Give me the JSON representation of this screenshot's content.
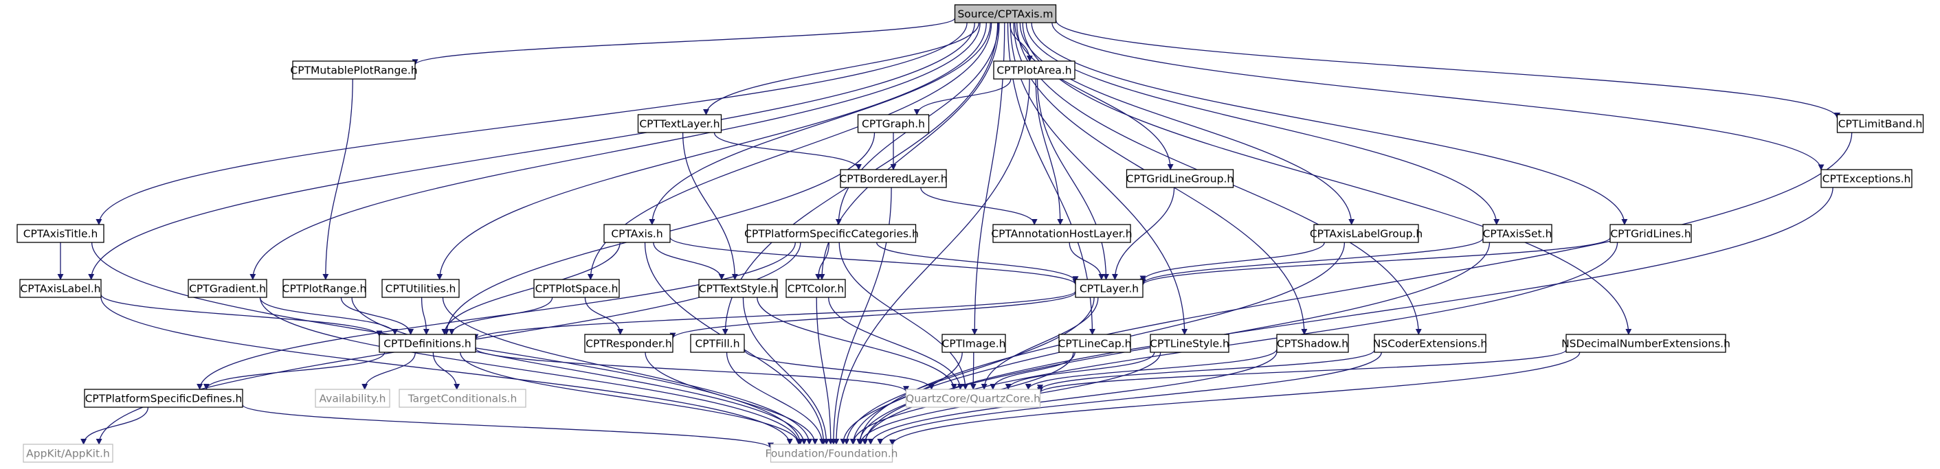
{
  "graph": {
    "title": "Source/CPTAxis.m",
    "colors": {
      "edge": "#191970",
      "node_border": "#000000",
      "root_fill": "#bfbfbf",
      "external_border": "#bfbfbf",
      "external_text": "#808080"
    },
    "nodes": [
      {
        "id": "root",
        "label": "Source/CPTAxis.m",
        "kind": "root"
      },
      {
        "id": "mutable",
        "label": "CPTMutablePlotRange.h",
        "kind": "file"
      },
      {
        "id": "plotarea",
        "label": "CPTPlotArea.h",
        "kind": "file"
      },
      {
        "id": "limitband",
        "label": "CPTLimitBand.h",
        "kind": "file"
      },
      {
        "id": "textlayer",
        "label": "CPTTextLayer.h",
        "kind": "file"
      },
      {
        "id": "graphh",
        "label": "CPTGraph.h",
        "kind": "file"
      },
      {
        "id": "bordered",
        "label": "CPTBorderedLayer.h",
        "kind": "file"
      },
      {
        "id": "gridlinegroup",
        "label": "CPTGridLineGroup.h",
        "kind": "file"
      },
      {
        "id": "exceptions",
        "label": "CPTExceptions.h",
        "kind": "file"
      },
      {
        "id": "axistitle",
        "label": "CPTAxisTitle.h",
        "kind": "file"
      },
      {
        "id": "axis",
        "label": "CPTAxis.h",
        "kind": "file"
      },
      {
        "id": "platformcat",
        "label": "CPTPlatformSpecificCategories.h",
        "kind": "file"
      },
      {
        "id": "annotationhost",
        "label": "CPTAnnotationHostLayer.h",
        "kind": "file"
      },
      {
        "id": "axislabelgroup",
        "label": "CPTAxisLabelGroup.h",
        "kind": "file"
      },
      {
        "id": "axisset",
        "label": "CPTAxisSet.h",
        "kind": "file"
      },
      {
        "id": "gridlines",
        "label": "CPTGridLines.h",
        "kind": "file"
      },
      {
        "id": "axislabel",
        "label": "CPTAxisLabel.h",
        "kind": "file"
      },
      {
        "id": "gradient",
        "label": "CPTGradient.h",
        "kind": "file"
      },
      {
        "id": "plotrange",
        "label": "CPTPlotRange.h",
        "kind": "file"
      },
      {
        "id": "utilities",
        "label": "CPTUtilities.h",
        "kind": "file"
      },
      {
        "id": "plotspace",
        "label": "CPTPlotSpace.h",
        "kind": "file"
      },
      {
        "id": "textstyle",
        "label": "CPTTextStyle.h",
        "kind": "file"
      },
      {
        "id": "color",
        "label": "CPTColor.h",
        "kind": "file"
      },
      {
        "id": "layer",
        "label": "CPTLayer.h",
        "kind": "file"
      },
      {
        "id": "definitions",
        "label": "CPTDefinitions.h",
        "kind": "file"
      },
      {
        "id": "responder",
        "label": "CPTResponder.h",
        "kind": "file"
      },
      {
        "id": "fill",
        "label": "CPTFill.h",
        "kind": "file"
      },
      {
        "id": "image",
        "label": "CPTImage.h",
        "kind": "file"
      },
      {
        "id": "linecap",
        "label": "CPTLineCap.h",
        "kind": "file"
      },
      {
        "id": "linestyle",
        "label": "CPTLineStyle.h",
        "kind": "file"
      },
      {
        "id": "shadow",
        "label": "CPTShadow.h",
        "kind": "file"
      },
      {
        "id": "nscoder",
        "label": "NSCoderExtensions.h",
        "kind": "file"
      },
      {
        "id": "nsdecimal",
        "label": "NSDecimalNumberExtensions.h",
        "kind": "file"
      },
      {
        "id": "platformdefines",
        "label": "CPTPlatformSpecificDefines.h",
        "kind": "file"
      },
      {
        "id": "availability",
        "label": "Availability.h",
        "kind": "external"
      },
      {
        "id": "targetcond",
        "label": "TargetConditionals.h",
        "kind": "external"
      },
      {
        "id": "quartz",
        "label": "QuartzCore/QuartzCore.h",
        "kind": "external"
      },
      {
        "id": "appkit",
        "label": "AppKit/AppKit.h",
        "kind": "external"
      },
      {
        "id": "foundation",
        "label": "Foundation/Foundation.h",
        "kind": "external"
      }
    ],
    "edges": [
      [
        "root",
        "mutable"
      ],
      [
        "root",
        "plotarea"
      ],
      [
        "root",
        "limitband"
      ],
      [
        "root",
        "textlayer"
      ],
      [
        "root",
        "gridlinegroup"
      ],
      [
        "root",
        "exceptions"
      ],
      [
        "root",
        "axistitle"
      ],
      [
        "root",
        "axis"
      ],
      [
        "root",
        "platformcat"
      ],
      [
        "root",
        "axislabelgroup"
      ],
      [
        "root",
        "axisset"
      ],
      [
        "root",
        "gridlines"
      ],
      [
        "root",
        "axislabel"
      ],
      [
        "root",
        "gradient"
      ],
      [
        "root",
        "utilities"
      ],
      [
        "root",
        "plotspace"
      ],
      [
        "root",
        "color"
      ],
      [
        "root",
        "fill"
      ],
      [
        "root",
        "image"
      ],
      [
        "root",
        "linecap"
      ],
      [
        "root",
        "linestyle"
      ],
      [
        "root",
        "shadow"
      ],
      [
        "root",
        "nscoder"
      ],
      [
        "root",
        "nsdecimal"
      ],
      [
        "mutable",
        "plotrange"
      ],
      [
        "plotarea",
        "graphh"
      ],
      [
        "plotarea",
        "annotationhost"
      ],
      [
        "plotarea",
        "layer"
      ],
      [
        "plotarea",
        "foundation"
      ],
      [
        "graphh",
        "bordered"
      ],
      [
        "graphh",
        "definitions"
      ],
      [
        "textlayer",
        "bordered"
      ],
      [
        "textlayer",
        "textstyle"
      ],
      [
        "bordered",
        "annotationhost"
      ],
      [
        "bordered",
        "foundation"
      ],
      [
        "annotationhost",
        "layer"
      ],
      [
        "gridlinegroup",
        "layer"
      ],
      [
        "axistitle",
        "axislabel"
      ],
      [
        "axistitle",
        "foundation"
      ],
      [
        "axis",
        "textstyle"
      ],
      [
        "axis",
        "layer"
      ],
      [
        "axis",
        "definitions"
      ],
      [
        "axis",
        "foundation"
      ],
      [
        "platformcat",
        "color"
      ],
      [
        "platformcat",
        "platformdefines"
      ],
      [
        "platformcat",
        "appkit"
      ],
      [
        "platformcat",
        "quartz"
      ],
      [
        "platformcat",
        "layer"
      ],
      [
        "axislabelgroup",
        "layer"
      ],
      [
        "axislabelgroup",
        "foundation"
      ],
      [
        "axisset",
        "layer"
      ],
      [
        "axisset",
        "foundation"
      ],
      [
        "gridlines",
        "layer"
      ],
      [
        "gridlines",
        "foundation"
      ],
      [
        "axislabel",
        "definitions"
      ],
      [
        "axislabel",
        "foundation"
      ],
      [
        "gradient",
        "definitions"
      ],
      [
        "gradient",
        "foundation"
      ],
      [
        "plotrange",
        "definitions"
      ],
      [
        "plotrange",
        "foundation"
      ],
      [
        "utilities",
        "definitions"
      ],
      [
        "utilities",
        "foundation"
      ],
      [
        "plotspace",
        "definitions"
      ],
      [
        "plotspace",
        "responder"
      ],
      [
        "textstyle",
        "quartz"
      ],
      [
        "textstyle",
        "foundation"
      ],
      [
        "color",
        "quartz"
      ],
      [
        "color",
        "foundation"
      ],
      [
        "layer",
        "definitions"
      ],
      [
        "layer",
        "responder"
      ],
      [
        "layer",
        "quartz"
      ],
      [
        "layer",
        "foundation"
      ],
      [
        "definitions",
        "availability"
      ],
      [
        "definitions",
        "targetcond"
      ],
      [
        "definitions",
        "quartz"
      ],
      [
        "definitions",
        "platformdefines"
      ],
      [
        "definitions",
        "foundation"
      ],
      [
        "responder",
        "foundation"
      ],
      [
        "fill",
        "quartz"
      ],
      [
        "fill",
        "foundation"
      ],
      [
        "image",
        "quartz"
      ],
      [
        "image",
        "foundation"
      ],
      [
        "linecap",
        "quartz"
      ],
      [
        "linecap",
        "foundation"
      ],
      [
        "linestyle",
        "quartz"
      ],
      [
        "linestyle",
        "foundation"
      ],
      [
        "shadow",
        "quartz"
      ],
      [
        "shadow",
        "foundation"
      ],
      [
        "nscoder",
        "quartz"
      ],
      [
        "nscoder",
        "foundation"
      ],
      [
        "nsdecimal",
        "quartz"
      ],
      [
        "nsdecimal",
        "foundation"
      ],
      [
        "platformdefines",
        "appkit"
      ],
      [
        "platformdefines",
        "foundation"
      ],
      [
        "limitband",
        "foundation"
      ],
      [
        "exceptions",
        "foundation"
      ]
    ]
  }
}
